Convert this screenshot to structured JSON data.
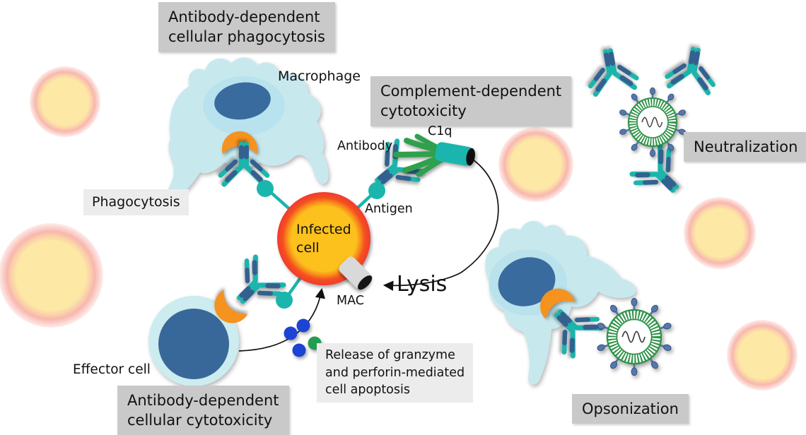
{
  "titles": {
    "adcp": "Antibody-dependent\ncellular phagocytosis",
    "cdc": "Complement-dependent\ncytotoxicity",
    "neutralization": "Neutralization",
    "opsonization": "Opsonization",
    "adcc": "Antibody-dependent\ncellular cytotoxicity"
  },
  "annotations": {
    "macrophage": "Macrophage",
    "phagocytosis": "Phagocytosis",
    "antibody": "Antibody",
    "c1q": "C1q",
    "antigen": "Antigen",
    "infected_cell": "Infected\ncell",
    "mac": "MAC",
    "lysis": "Lysis",
    "effector_cell": "Effector cell",
    "granzyme": "Release of granzyme\nand perforin-mediated\ncell apoptosis"
  },
  "colors": {
    "antibody_teal": "#1ab5ac",
    "antibody_blue": "#33618f",
    "c1q_green": "#2fa04c",
    "virus_green": "#2e9248",
    "spike_blue": "#5578ab",
    "macrophage_body": "#c7e9ee",
    "macrophage_nucleus": "#3a6b9e",
    "nucleus_halo": "#abdcec",
    "receptor_orange": "#f6921e",
    "infected_core": "#fcc11c",
    "infected_mid": "#f8871d",
    "infected_ring": "#f23a2e",
    "effector_outer": "#cdecef",
    "effector_inner": "#38689a",
    "bg_cell_core": "#fde9a5",
    "bg_cell_rim": "#f8b7ae",
    "granzyme_blue": "#1d43d3",
    "perforin_green": "#259b51",
    "mac_gray": "#d9d9d9",
    "label_bg_dark": "#c9c9c9",
    "label_bg_light": "#edecec",
    "arrow_black": "#111111"
  }
}
